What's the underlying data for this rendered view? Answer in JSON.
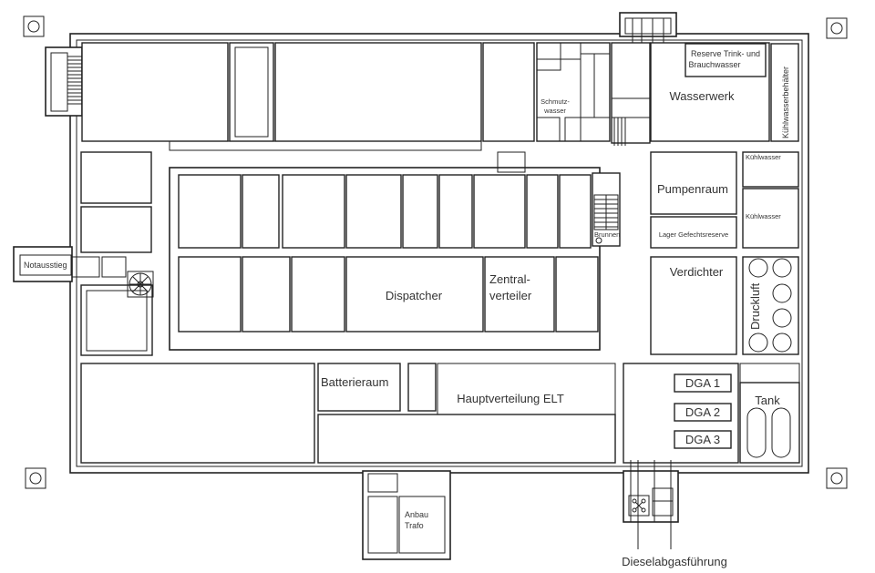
{
  "rooms": {
    "wasserwerk": "Wasserwerk",
    "reserve_line1": "Reserve Trink- und",
    "reserve_line2": "Brauchwasser",
    "kuehlwasserbehaelter": "Kühlwasserbehälter",
    "schmutz_line1": "Schmutz-",
    "schmutz_line2": "wasser",
    "kuehlwasser_top": "Kühlwasser",
    "kuehlwasser_bottom": "Kühlwasser",
    "pumpenraum": "Pumpenraum",
    "lager": "Lager Gefechtsreserve",
    "brunnen": "Brunnen",
    "notausstieg": "Notausstieg",
    "dispatcher": "Dispatcher",
    "zentral_line1": "Zentral-",
    "zentral_line2": "verteiler",
    "verdichter": "Verdichter",
    "druckluft": "Druckluft",
    "batterieraum": "Batterieraum",
    "hauptverteilung": "Hauptverteilung ELT",
    "dga1": "DGA 1",
    "dga2": "DGA 2",
    "dga3": "DGA 3",
    "tank": "Tank",
    "anbau_line1": "Anbau",
    "anbau_line2": "Trafo",
    "diesel": "Dieselabgasführung"
  }
}
